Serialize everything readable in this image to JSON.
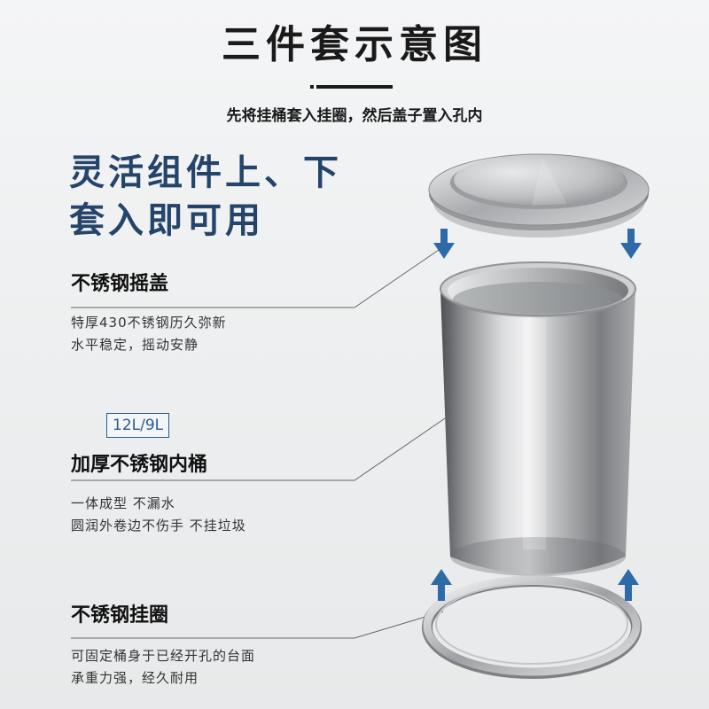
{
  "header": {
    "title": "三件套示意图",
    "subtitle": "先将挂桶套入挂圈，然后盖子置入孔内"
  },
  "headline": {
    "line1": "灵活组件上、下",
    "line2": "套入即可用"
  },
  "parts": [
    {
      "title": "不锈钢摇盖",
      "desc": [
        "特厚430不锈钢历久弥新",
        "水平稳定，摇动安静"
      ]
    },
    {
      "title": "加厚不锈钢内桶",
      "badge": "12L/9L",
      "desc": [
        "一体成型 不漏水",
        "圆润外卷边不伤手 不挂垃圾"
      ]
    },
    {
      "title": "不锈钢挂圈",
      "desc": [
        "可固定桶身于已经开孔的台面",
        "承重力强，经久耐用"
      ]
    }
  ],
  "colors": {
    "headline": "#24446a",
    "arrow": "#2f6aa8",
    "steel_light": "#e6e7e8",
    "steel_dark": "#5e6063"
  },
  "icons": [
    "down-arrow-icon",
    "up-arrow-icon"
  ]
}
